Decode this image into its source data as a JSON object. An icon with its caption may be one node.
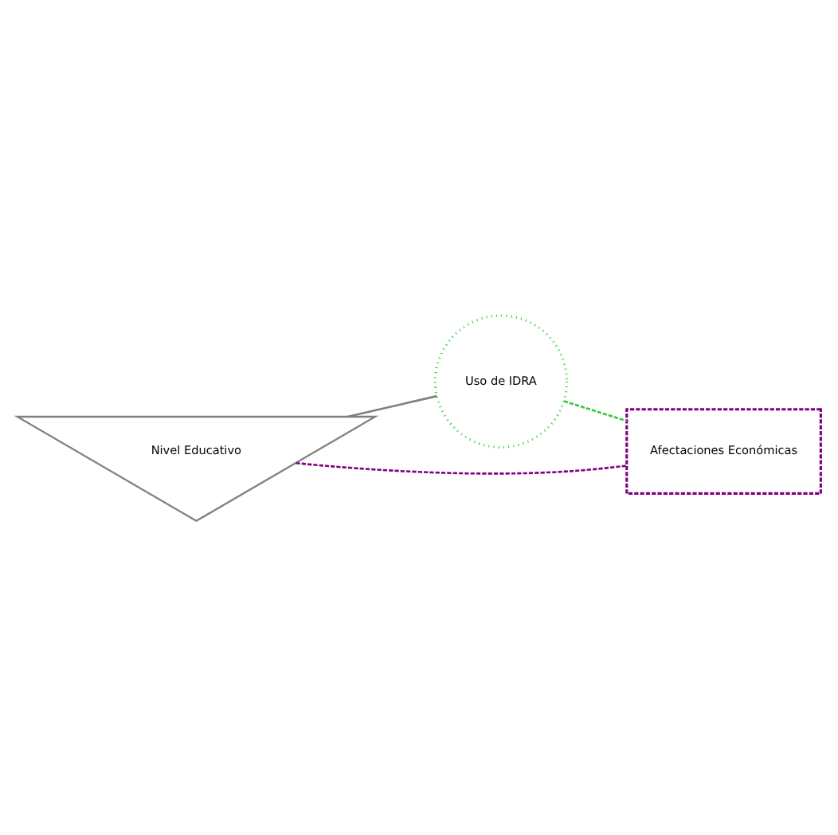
{
  "diagram": {
    "nodes": [
      {
        "text": [
          "Nivel Educativo"
        ]
      },
      {
        "text": [
          "Uso de IDRA"
        ]
      },
      {
        "text": [
          "Afectaciones Económicas"
        ]
      }
    ],
    "edges": [
      {
        "from": 0,
        "to": 1,
        "arrow": "none",
        "color": "#808080"
      },
      {
        "from": 0,
        "to": 2,
        "arrow": "none",
        "style": "dashed",
        "color": "#800080"
      },
      {
        "from": 1,
        "to": 2,
        "arrow": "none",
        "style": "dashed",
        "color": "#33cc33"
      }
    ]
  }
}
